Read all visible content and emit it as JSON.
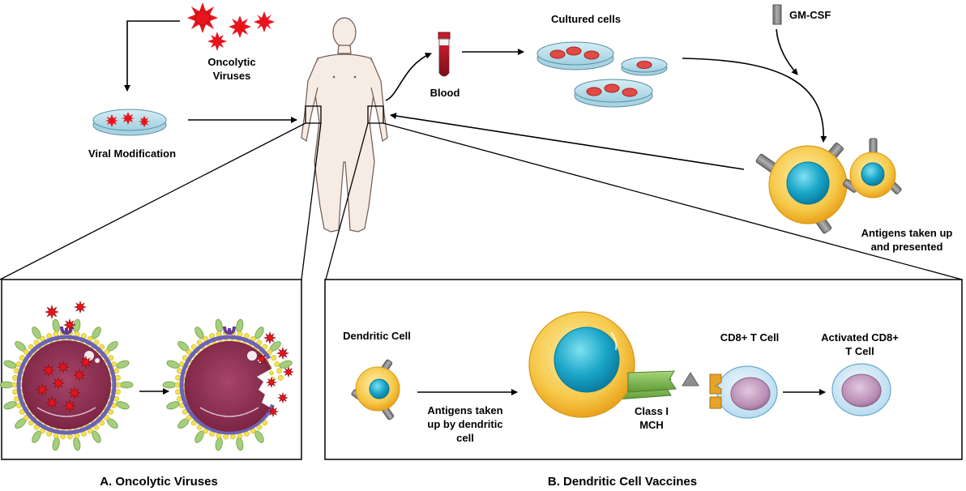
{
  "top": {
    "oncolytic_viruses": "Oncolytic\nViruses",
    "viral_modification": "Viral Modification",
    "blood": "Blood",
    "cultured_cells": "Cultured cells",
    "gm_csf": "GM-CSF",
    "antigens_presented": "Antigens taken up\nand presented"
  },
  "panel_a": {
    "caption": "A. Oncolytic Viruses"
  },
  "panel_b": {
    "caption": "B. Dendritic Cell Vaccines",
    "dendritic_cell": "Dendritic Cell",
    "antigens_taken_up": "Antigens taken\nup by dendritic\ncell",
    "class_mch": "Class I\nMCH",
    "cd8_t_cell": "CD8+ T Cell",
    "activated_cd8": "Activated CD8+\nT Cell"
  },
  "colors": {
    "virus_red": "#e8141c",
    "dish_blue": "#b8dde9",
    "cell_yellow": "#f3b82d",
    "nucleus_teal": "#1aa6c8",
    "receptor_gray": "#8a8a8a",
    "mhc_green": "#79b74a",
    "tcell_purple": "#c7a3c3",
    "infected_cell": "#8a2f4f",
    "membrane_lipid": "#f4e14a",
    "membrane_blue": "#6c63b4"
  },
  "icons": [
    "virus-icon",
    "petri-dish-icon",
    "human-body-icon",
    "blood-tube-icon",
    "dendritic-cell-icon",
    "t-cell-icon",
    "infected-cell-icon"
  ]
}
